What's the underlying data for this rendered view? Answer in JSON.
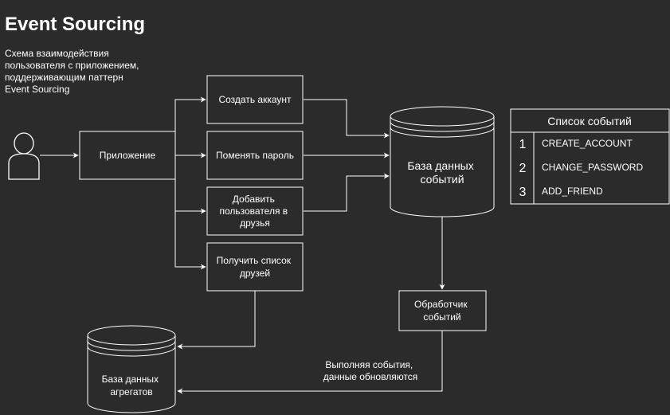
{
  "title": "Event Sourcing",
  "description": [
    "Схема взаимодействия",
    "пользователя с приложением,",
    "поддерживающим паттерн",
    "Event Sourcing"
  ],
  "nodes": {
    "app": [
      "Приложение"
    ],
    "create_account": [
      "Создать аккаунт"
    ],
    "change_password": [
      "Поменять пароль"
    ],
    "add_friend": [
      "Добавить",
      "пользователя в",
      "друзья"
    ],
    "get_friends": [
      "Получить список",
      "друзей"
    ],
    "event_db": [
      "База данных",
      "событий"
    ],
    "handler": [
      "Обработчик",
      "событий"
    ],
    "aggregate_db": [
      "База данных",
      "агрегатов"
    ]
  },
  "edge_label": [
    "Выполняя события,",
    "данные обновляются"
  ],
  "event_list": {
    "header": "Список событий",
    "items": [
      {
        "num": "1",
        "name": "CREATE_ACCOUNT"
      },
      {
        "num": "2",
        "name": "CHANGE_PASSWORD"
      },
      {
        "num": "3",
        "name": "ADD_FRIEND"
      }
    ]
  },
  "colors": {
    "background": "#2b2b2b",
    "foreground": "#ffffff"
  }
}
